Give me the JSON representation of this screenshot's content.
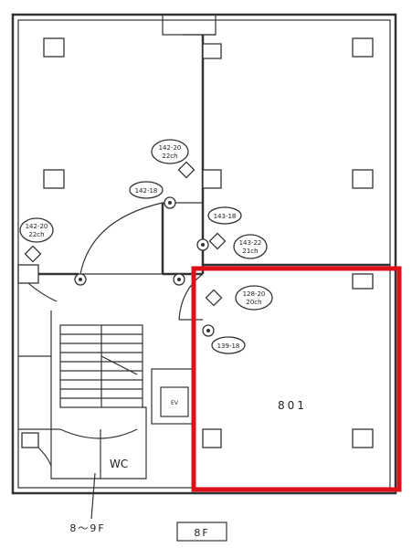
{
  "plan": {
    "unit_label": "801",
    "wc_label": "WC",
    "floor_range_label": "8～9F",
    "floor_tag_label": "8F",
    "highlight_color": "#e0101a"
  },
  "equipment_labels": [
    {
      "id": "e1",
      "line1": "142-20",
      "line2": "22ch"
    },
    {
      "id": "e2",
      "line1": "142-18",
      "line2": ""
    },
    {
      "id": "e3",
      "line1": "142-20",
      "line2": "22ch"
    },
    {
      "id": "e4",
      "line1": "143-18",
      "line2": ""
    },
    {
      "id": "e5",
      "line1": "143-22",
      "line2": "21ch"
    },
    {
      "id": "e6",
      "line1": "128-20",
      "line2": "20ch"
    },
    {
      "id": "e7",
      "line1": "139-18",
      "line2": ""
    }
  ],
  "icons": {
    "elevator": "EV"
  }
}
